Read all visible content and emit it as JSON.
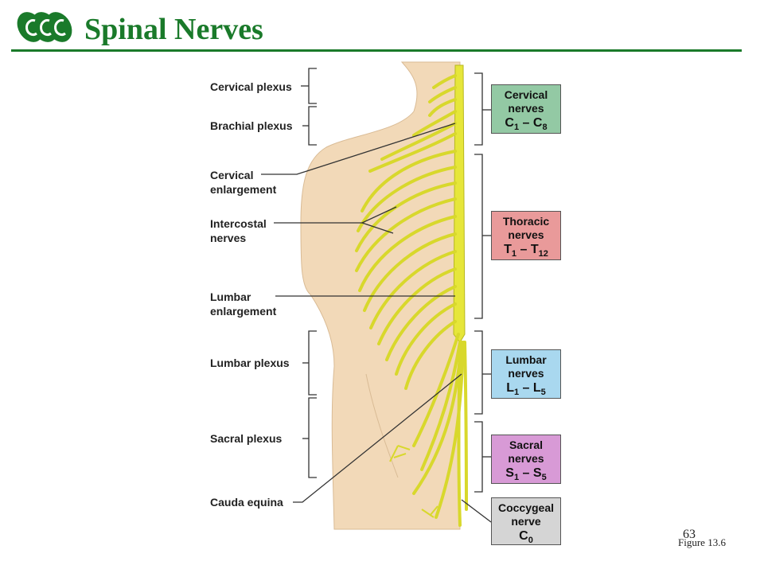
{
  "slide": {
    "title": "Spinal Nerves",
    "page_number": "63",
    "figure_ref": "Figure 13.6",
    "logo_icon": "ecc-logo-icon",
    "accent_color": "#1a7a2a"
  },
  "left_labels": {
    "cervical_plexus": "Cervical plexus",
    "brachial_plexus": "Brachial plexus",
    "cervical_enlargement": "Cervical\nenlargement",
    "intercostal_nerves": "Intercostal\nnerves",
    "lumbar_enlargement": "Lumbar\nenlargement",
    "lumbar_plexus": "Lumbar plexus",
    "sacral_plexus": "Sacral plexus",
    "cauda_equina": "Cauda equina"
  },
  "nerve_groups": [
    {
      "line1": "Cervical",
      "line2": "nerves",
      "letter": "C",
      "from": "1",
      "to": "8",
      "color": "#93c9a4"
    },
    {
      "line1": "Thoracic",
      "line2": "nerves",
      "letter": "T",
      "from": "1",
      "to": "12",
      "color": "#e99a9a"
    },
    {
      "line1": "Lumbar",
      "line2": "nerves",
      "letter": "L",
      "from": "1",
      "to": "5",
      "color": "#a9d8ef"
    },
    {
      "line1": "Sacral",
      "line2": "nerves",
      "letter": "S",
      "from": "1",
      "to": "5",
      "color": "#d89ad6"
    },
    {
      "line1": "Coccygeal",
      "line2": "nerve",
      "letter": "C",
      "from": "0",
      "to": "",
      "color": "#d5d5d5"
    }
  ]
}
